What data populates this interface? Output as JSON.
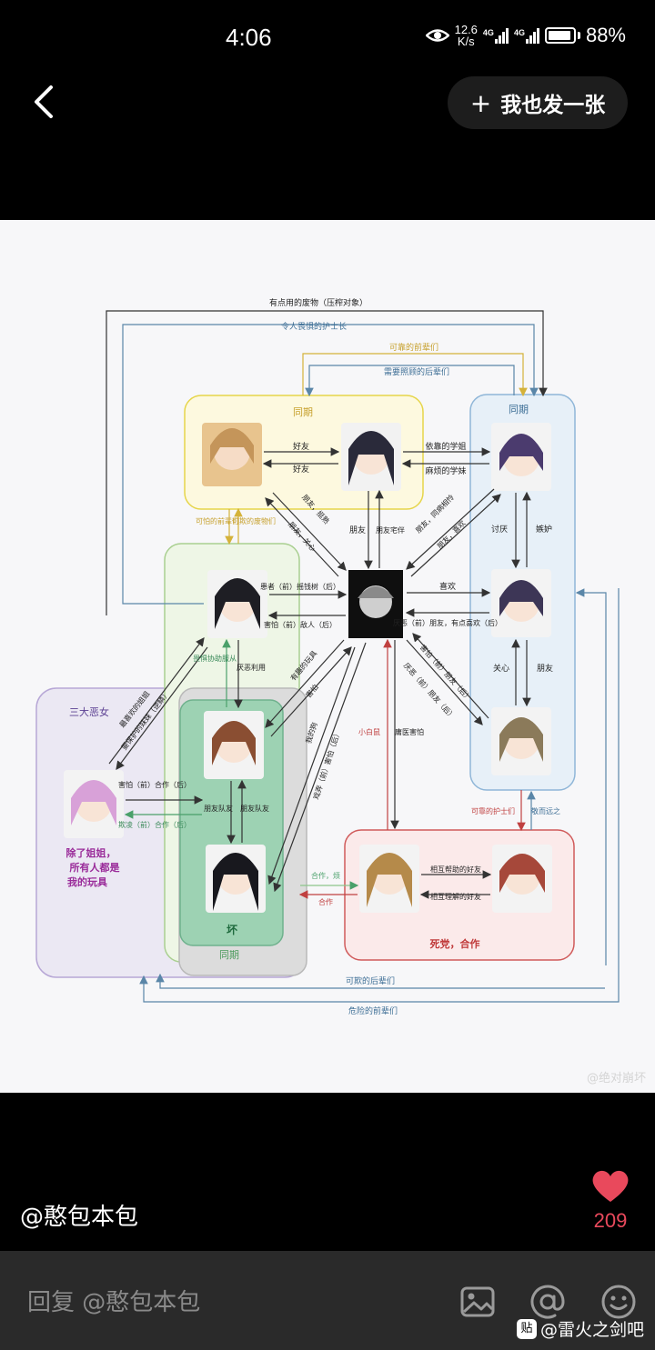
{
  "status": {
    "time": "4:06",
    "net_speed": "12.6",
    "net_unit": "K/s",
    "sig1": "4G",
    "sig2": "4G",
    "battery": "88%"
  },
  "nav": {
    "post_label": "我也发一张"
  },
  "diagram": {
    "top_label_1": "有点用的废物（压榨对象）",
    "top_label_2": "令人畏惧的护士长",
    "top_label_3": "可靠的前辈们",
    "top_label_4": "需要照顾的后辈们",
    "group_tongqi_1": "同期",
    "group_tongqi_2": "同期",
    "group_tongqi_3": "同期",
    "group_bad": "坏",
    "group_villains": "三大恶女",
    "villain_quote": "除了姐姐，所有人都是我的玩具",
    "alliance": "死党，合作",
    "r_friend_a": "好友",
    "r_friend_b": "好友",
    "r_rely": "依靠的学姐",
    "r_trouble": "麻烦的学妹",
    "r_scary_sen": "可怕的前辈们",
    "r_despise": "可欺的废物们",
    "r_friend_dinner": "朋友，挺熟",
    "r_friend_care": "朋友，关心",
    "r_friend": "朋友",
    "r_friend_house": "朋友宅伴",
    "r_friend_sym": "朋友，同病相怜",
    "r_friend_like": "朋友，喜欢",
    "r_hate": "讨厌",
    "r_jealous": "嫉妒",
    "r_patient": "患者（前）摇钱树（后）",
    "r_afraid_enemy": "害怕（前）敌人（后）",
    "r_like": "喜欢",
    "r_disgust": "厌恶（前）朋友，有点喜欢（后）",
    "r_fear_help": "畏惧协助服从",
    "r_disgust_use": "厌恶利用",
    "r_fun_toy": "有趣的玩具",
    "r_afraid": "害怕",
    "r_my_dog": "我的狗",
    "r_afraid_friend": "害怕（前）朋友（后）",
    "r_disgust_friend": "厌恶（前）朋友（后）",
    "r_care": "关心",
    "r_friend2": "朋友",
    "r_fav_sister": "最喜欢的姐姐",
    "r_protect_sister": "要保护的妹妹（逆鳞）",
    "r_afraid_coop": "害怕（前）合作（后）",
    "r_bully_coop": "欺凌（前）合作（后）",
    "r_friend_team_a": "朋友队友",
    "r_friend_team_b": "朋友队友",
    "r_tease_afraid": "戏弄（前）害怕（后）",
    "r_little_mouse": "小白鼠",
    "r_quack": "庸医害怕",
    "r_reliable_nurses": "可靠的护士们",
    "r_respect": "敬而远之",
    "r_mutual_help": "相互帮助的好友",
    "r_mutual_understand": "相互理解的好友",
    "r_coop_trouble": "合作，烦",
    "r_coop": "合作",
    "bottom_label_1": "可欺的后辈们",
    "bottom_label_2": "危险的前辈们",
    "weibo_mark": "@绝对崩坏"
  },
  "post": {
    "author": "@憨包本包",
    "likes": "209"
  },
  "reply": {
    "placeholder": "回复 @憨包本包",
    "watermark": "@雷火之剑吧",
    "watermark_icon": "贴"
  },
  "colors": {
    "like": "#e9495c",
    "group_yellow": "#e6d54a",
    "group_blue": "#8fb6d8",
    "group_green": "#8cc58a",
    "group_red": "#d05a5a",
    "group_purple": "#b7a7d6"
  }
}
